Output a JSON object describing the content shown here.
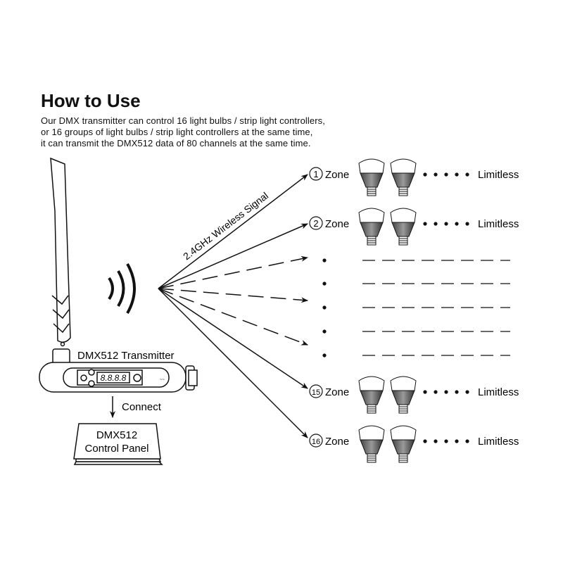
{
  "title": "How to Use",
  "description": [
    "Our DMX transmitter can control 16 light bulbs / strip light controllers,",
    "or 16 groups of light bulbs / strip light controllers at the same time,",
    "it can transmit the DMX512 data of 80 channels at the same time."
  ],
  "signal_label": "2.4GHz Wireless Signal",
  "transmitter_label": "DMX512 Transmitter",
  "display_digits": "8.8.8.8",
  "connect_label": "Connect",
  "control_panel": {
    "line1": "DMX512",
    "line2": "Control Panel"
  },
  "zones": [
    {
      "number": "1",
      "label": "Zone",
      "limit": "Limitless"
    },
    {
      "number": "2",
      "label": "Zone",
      "limit": "Limitless"
    },
    {
      "number": "15",
      "label": "Zone",
      "limit": "Limitless"
    },
    {
      "number": "16",
      "label": "Zone",
      "limit": "Limitless"
    }
  ]
}
